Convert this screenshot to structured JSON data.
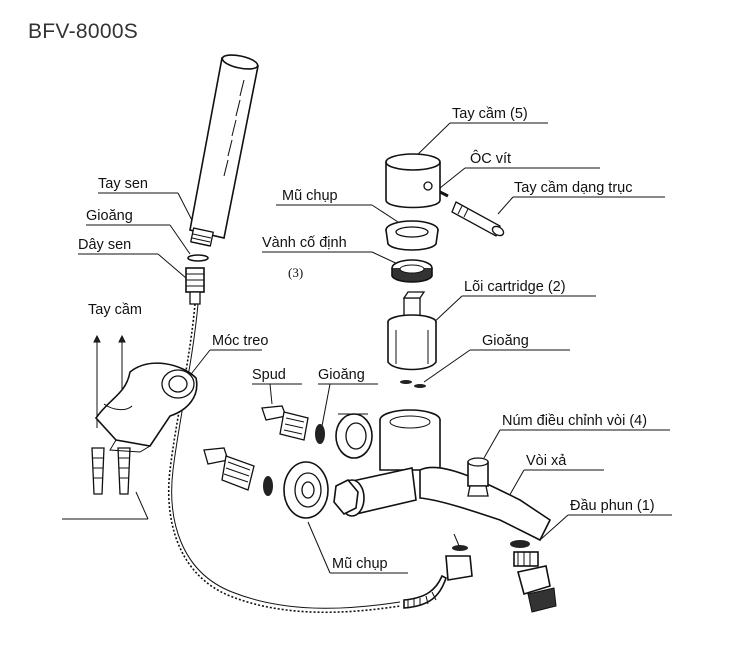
{
  "diagram": {
    "model_title": "BFV-8000S",
    "labels": {
      "tay_sen": "Tay sen",
      "gioang_left": "Gioăng",
      "day_sen": "Dây sen",
      "tay_cam_left": "Tay cầm",
      "moc_treo": "Móc treo",
      "spud": "Spud",
      "gioang_mid": "Gioăng",
      "mu_chup_bottom": "Mũ chụp",
      "tay_cam_5": "Tay cầm (5)",
      "oc_vit": "ÔC vít",
      "tay_cam_dang_truc": "Tay cầm dạng trục",
      "mu_chup_top": "Mũ chụp",
      "vanh_co_dinh": "Vành cố định",
      "vanh_co_dinh_num": "(3)",
      "loi_cartridge": "Lõi cartridge (2)",
      "gioang_right": "Gioăng",
      "num_dieu_chinh": "Núm điều chỉnh vòi (4)",
      "voi_xa": "Vòi xả",
      "dau_phun": "Đầu phun (1)"
    }
  }
}
